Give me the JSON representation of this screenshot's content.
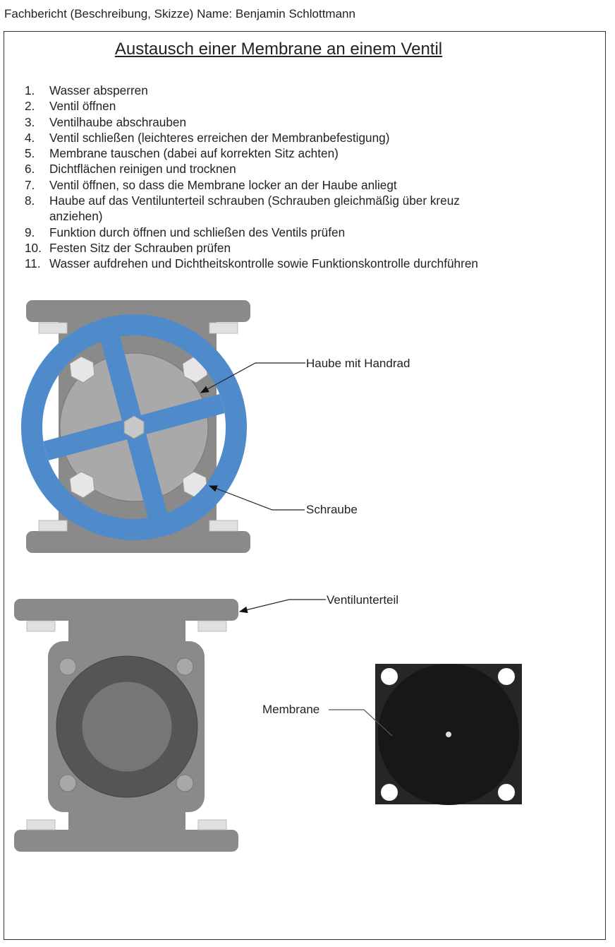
{
  "header": "Fachbericht (Beschreibung, Skizze) Name: Benjamin Schlottmann",
  "title": "Austausch einer Membrane an einem Ventil",
  "steps": [
    {
      "n": "1.",
      "text": "Wasser absperren"
    },
    {
      "n": "2.",
      "text": "Ventil öffnen"
    },
    {
      "n": "3.",
      "text": "Ventilhaube abschrauben"
    },
    {
      "n": "4.",
      "text": "Ventil schließen (leichteres erreichen der Membranbefestigung)"
    },
    {
      "n": "5.",
      "text": "Membrane tauschen (dabei auf korrekten Sitz achten)"
    },
    {
      "n": "6.",
      "text": "Dichtflächen reinigen und trocknen"
    },
    {
      "n": "7.",
      "text": "Ventil öffnen, so dass die Membrane locker an der Haube anliegt"
    },
    {
      "n": "8.",
      "text": "Haube auf das Ventilunterteil schrauben (Schrauben gleichmäßig über kreuz anziehen)"
    },
    {
      "n": "9.",
      "text": "Funktion durch öffnen und schließen des Ventils prüfen"
    },
    {
      "n": "10.",
      "text": "Festen Sitz der Schrauben prüfen"
    },
    {
      "n": "11.",
      "text": "Wasser aufdrehen und Dichtheitskontrolle sowie Funktionskontrolle durchführen"
    }
  ],
  "labels": {
    "haube": "Haube mit Handrad",
    "schraube": "Schraube",
    "unterteil": "Ventilunterteil",
    "membrane": "Membrane"
  },
  "colors": {
    "handwheel": "#4f8acb",
    "body": "#8a8a8a",
    "membrane": "#1c1c1c"
  }
}
